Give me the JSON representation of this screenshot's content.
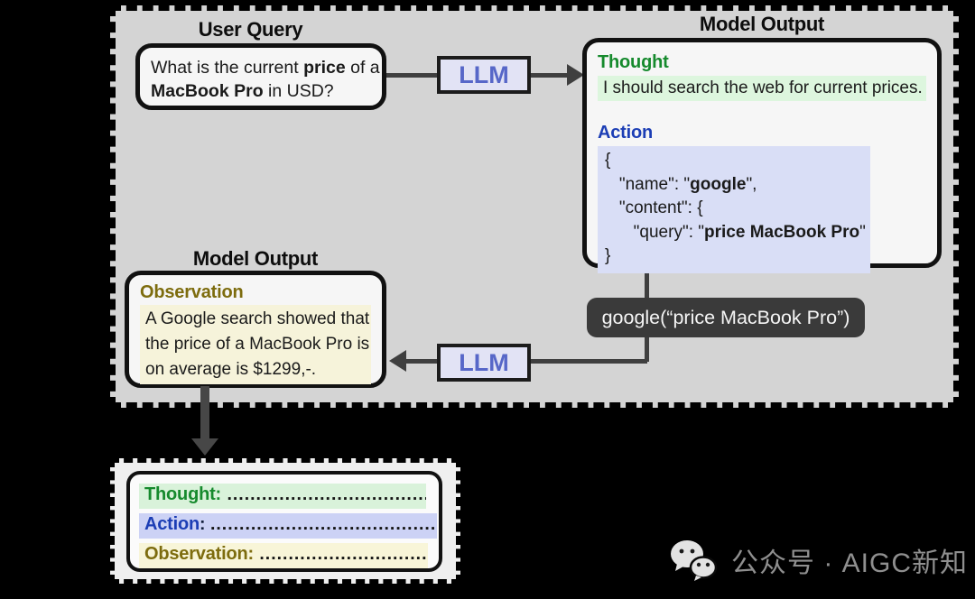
{
  "main_flow": {
    "user_query": {
      "title": "User Query",
      "line1": {
        "pre": "What is the current ",
        "bold": "price",
        "post": " of a"
      },
      "line2": {
        "bold": "MacBook Pro",
        "post": " in USD?"
      }
    },
    "llm": {
      "label": "LLM"
    },
    "model_output_right": {
      "title": "Model Output",
      "thought_label": "Thought",
      "thought_text": "I should search the web for current prices.",
      "action_label": "Action",
      "action_json": {
        "l1": "{",
        "l2_pre": "   \"name\": \"",
        "l2_bold": "google",
        "l2_post": "\",",
        "l3": "   \"content\": {",
        "l4_pre": "      \"query\": \"",
        "l4_bold": "price MacBook Pro",
        "l4_post": "\"",
        "l5": "}"
      }
    },
    "tool_call": {
      "text": "google(“price MacBook Pro”)"
    },
    "model_output_left": {
      "title": "Model Output",
      "observation_label": "Observation",
      "observation_lines": [
        "A Google search showed that",
        "the price of a MacBook Pro is",
        "on average is $1299,-."
      ]
    }
  },
  "react_template": {
    "thought_label": "Thought:",
    "thought_dots": " ...............................................",
    "action_label": "Action",
    "action_sep": ": ",
    "action_dots": "................................................",
    "observation_label": "Observation:",
    "observation_dots": " ........................................"
  },
  "watermark": {
    "icon": "wechat-icon",
    "text": "公众号 · AIGC新知"
  },
  "colors": {
    "panel_bg": "#d4d4d4",
    "box_bg": "#f6f6f6",
    "thought_green": "#168a2d",
    "thought_highlight": "#ddf6de",
    "action_blue": "#1c3eb5",
    "action_highlight": "#d9def6",
    "observation_olive": "#7d6c0e",
    "observation_highlight": "#f6f3da",
    "llm_text": "#5767c8",
    "llm_bg": "#e2e3f5",
    "tool_pill_bg": "#3a3a3a",
    "arrow": "#3f3f3f",
    "background": "#000000"
  }
}
